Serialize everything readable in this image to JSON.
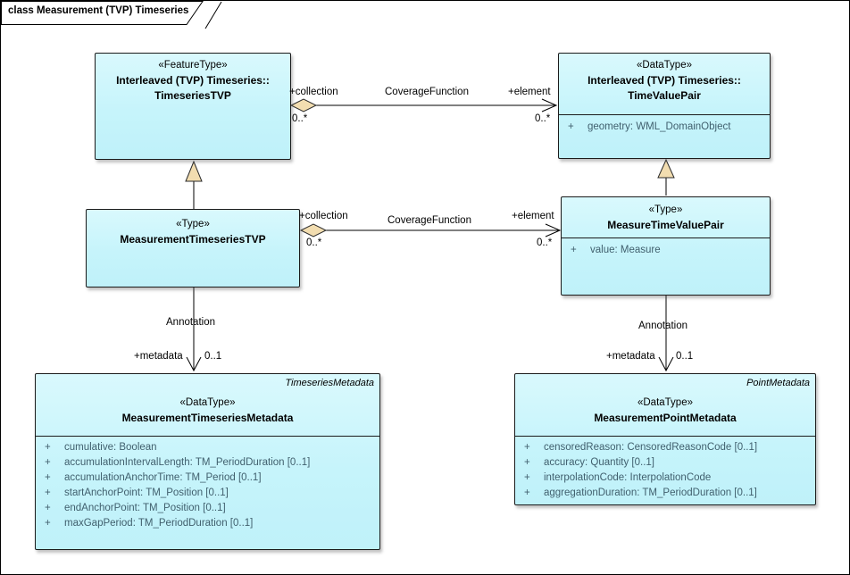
{
  "frame": {
    "title": "class Measurement (TVP) Timeseries"
  },
  "colors": {
    "class_fill": "#c6f4fb",
    "class_border": "#1b1b1b",
    "attribute_text": "#41606e",
    "aggregation_diamond_fill": "#f2ddb0",
    "generalization_triangle_fill": "#f2ddb0",
    "background": "#ffffff"
  },
  "classes": {
    "timeseries_tvp": {
      "stereotype": "«FeatureType»",
      "qualifier": "Interleaved (TVP) Timeseries::",
      "name": "TimeseriesTVP"
    },
    "time_value_pair": {
      "stereotype": "«DataType»",
      "qualifier": "Interleaved (TVP) Timeseries::",
      "name": "TimeValuePair",
      "attributes": [
        {
          "vis": "+",
          "text": "geometry: WML_DomainObject"
        }
      ]
    },
    "measurement_timeseries_tvp": {
      "stereotype": "«Type»",
      "name": "MeasurementTimeseriesTVP"
    },
    "measure_time_value_pair": {
      "stereotype": "«Type»",
      "name": "MeasureTimeValuePair",
      "attributes": [
        {
          "vis": "+",
          "text": "value: Measure"
        }
      ]
    },
    "measurement_timeseries_metadata": {
      "corner_label": "TimeseriesMetadata",
      "stereotype": "«DataType»",
      "name": "MeasurementTimeseriesMetadata",
      "attributes": [
        {
          "vis": "+",
          "text": "cumulative: Boolean"
        },
        {
          "vis": "+",
          "text": "accumulationIntervalLength: TM_PeriodDuration [0..1]"
        },
        {
          "vis": "+",
          "text": "accumulationAnchorTime: TM_Period [0..1]"
        },
        {
          "vis": "+",
          "text": "startAnchorPoint: TM_Position [0..1]"
        },
        {
          "vis": "+",
          "text": "endAnchorPoint: TM_Position [0..1]"
        },
        {
          "vis": "+",
          "text": "maxGapPeriod: TM_PeriodDuration [0..1]"
        }
      ]
    },
    "measurement_point_metadata": {
      "corner_label": "PointMetadata",
      "stereotype": "«DataType»",
      "name": "MeasurementPointMetadata",
      "attributes": [
        {
          "vis": "+",
          "text": "censoredReason: CensoredReasonCode [0..1]"
        },
        {
          "vis": "+",
          "text": "accuracy: Quantity [0..1]"
        },
        {
          "vis": "+",
          "text": "interpolationCode: InterpolationCode"
        },
        {
          "vis": "+",
          "text": "aggregationDuration: TM_PeriodDuration [0..1]"
        }
      ]
    }
  },
  "connectors": {
    "coverage_top": {
      "name": "CoverageFunction",
      "source_role": "+collection",
      "source_mult": "0..*",
      "target_role": "+element",
      "target_mult": "0..*"
    },
    "coverage_mid": {
      "name": "CoverageFunction",
      "source_role": "+collection",
      "source_mult": "0..*",
      "target_role": "+element",
      "target_mult": "0..*"
    },
    "annotation_left": {
      "name": "Annotation",
      "target_role": "+metadata",
      "target_mult": "0..1"
    },
    "annotation_right": {
      "name": "Annotation",
      "target_role": "+metadata",
      "target_mult": "0..1"
    }
  }
}
